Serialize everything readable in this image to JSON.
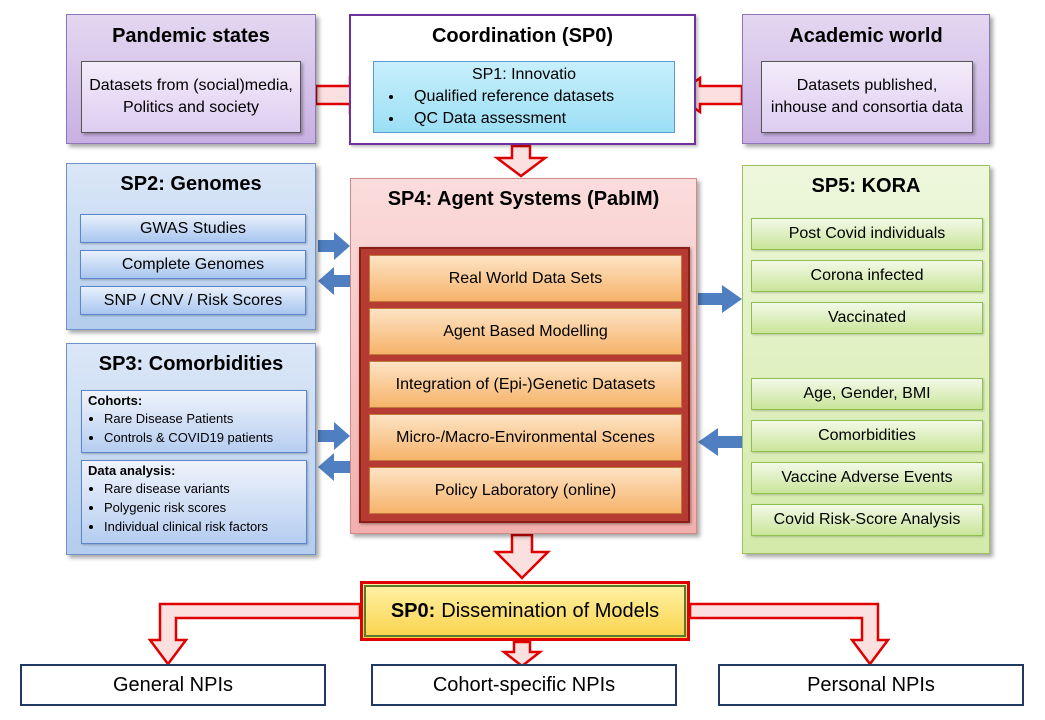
{
  "pandemic": {
    "title": "Pandemic states",
    "text": "Datasets from (social)media, Politics and society"
  },
  "coordination": {
    "title": "Coordination (SP0)",
    "sp1_title": "SP1: Innovatio",
    "bullets": [
      "Qualified reference datasets",
      "QC Data assessment"
    ]
  },
  "academic": {
    "title": "Academic world",
    "text": "Datasets published, inhouse and consortia data"
  },
  "sp2": {
    "title": "SP2: Genomes",
    "items": [
      "GWAS Studies",
      "Complete Genomes",
      "SNP / CNV / Risk Scores"
    ]
  },
  "sp3": {
    "title": "SP3: Comorbidities",
    "cohorts_title": "Cohorts:",
    "cohorts": [
      "Rare Disease Patients",
      "Controls & COVID19 patients"
    ],
    "analysis_title": "Data analysis:",
    "analysis": [
      "Rare disease variants",
      "Polygenic risk scores",
      "Individual clinical risk factors"
    ]
  },
  "sp4": {
    "title": "SP4: Agent Systems (PabIM)",
    "items": [
      "Real World Data Sets",
      "Agent Based Modelling",
      "Integration of (Epi-)Genetic Datasets",
      "Micro-/Macro-Environmental Scenes",
      "Policy Laboratory (online)"
    ]
  },
  "sp5": {
    "title": "SP5: KORA",
    "top_items": [
      "Post Covid individuals",
      "Corona infected",
      "Vaccinated"
    ],
    "bottom_items": [
      "Age, Gender, BMI",
      "Comorbidities",
      "Vaccine Adverse Events",
      "Covid Risk-Score Analysis"
    ]
  },
  "dissemination": {
    "prefix": "SP0:",
    "label": "Dissemination of Models"
  },
  "npis": [
    "General NPIs",
    "Cohort-specific NPIs",
    "Personal NPIs"
  ]
}
